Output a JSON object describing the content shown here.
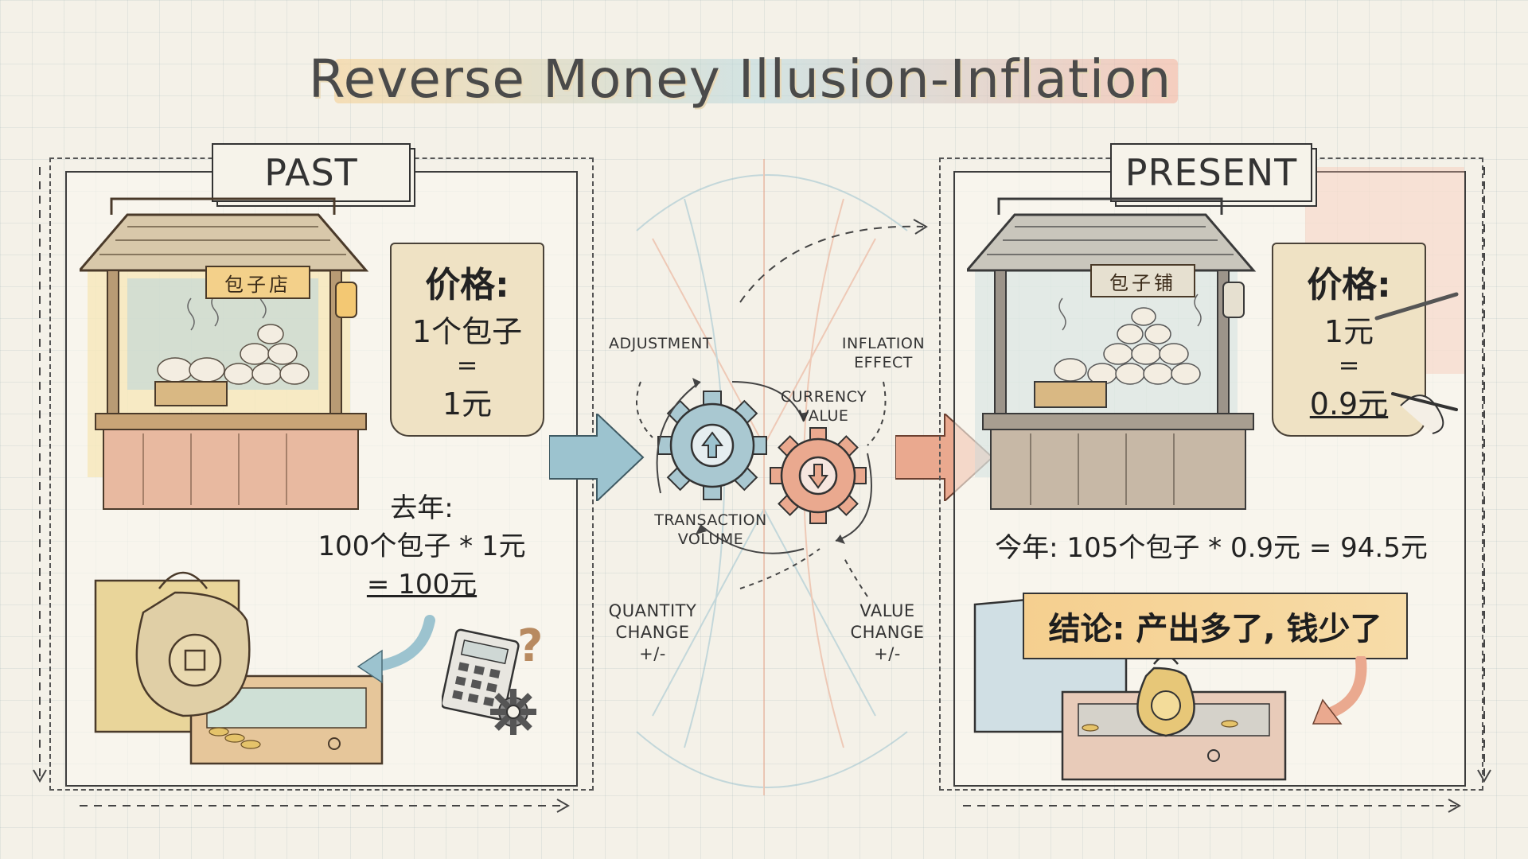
{
  "title": "Reverse Money Illusion-Inflation",
  "past": {
    "tag": "PAST",
    "shop_sign": "包子店",
    "scroll": {
      "heading": "价格:",
      "line1": "1个包子",
      "line2": "=",
      "line3": "1元"
    },
    "calc": {
      "line1": "去年:",
      "line2": "100个包子 * 1元",
      "line3": "= 100元"
    },
    "question_mark": "?"
  },
  "present": {
    "tag": "PRESENT",
    "shop_sign": "包子铺",
    "scroll": {
      "heading": "价格:",
      "line1": "1元",
      "line2": "=",
      "line3": "0.9元"
    },
    "calc": "今年: 105个包子 * 0.9元 = 94.5元",
    "conclusion": "结论: 产出多了, 钱少了"
  },
  "middle": {
    "adjustment": "ADJUSTMENT",
    "inflation_effect": [
      "INFLATION",
      "EFFECT"
    ],
    "currency_value": [
      "CURRENCY",
      "VALUE"
    ],
    "transaction_volume": [
      "TRANSACTION",
      "VOLUME"
    ],
    "quantity_change": [
      "QUANTITY",
      "CHANGE",
      "+/-"
    ],
    "value_change": [
      "VALUE",
      "CHANGE",
      "+/-"
    ]
  },
  "colors": {
    "blue": "#9cc3cf",
    "orange": "#eaa98f",
    "yellow": "#f3d08a",
    "ink": "#333333"
  },
  "icons": [
    "up-arrow-gear-icon",
    "down-arrow-gear-icon",
    "money-bag-icon",
    "calculator-icon",
    "gear-icon",
    "pencil-hand-icon"
  ]
}
